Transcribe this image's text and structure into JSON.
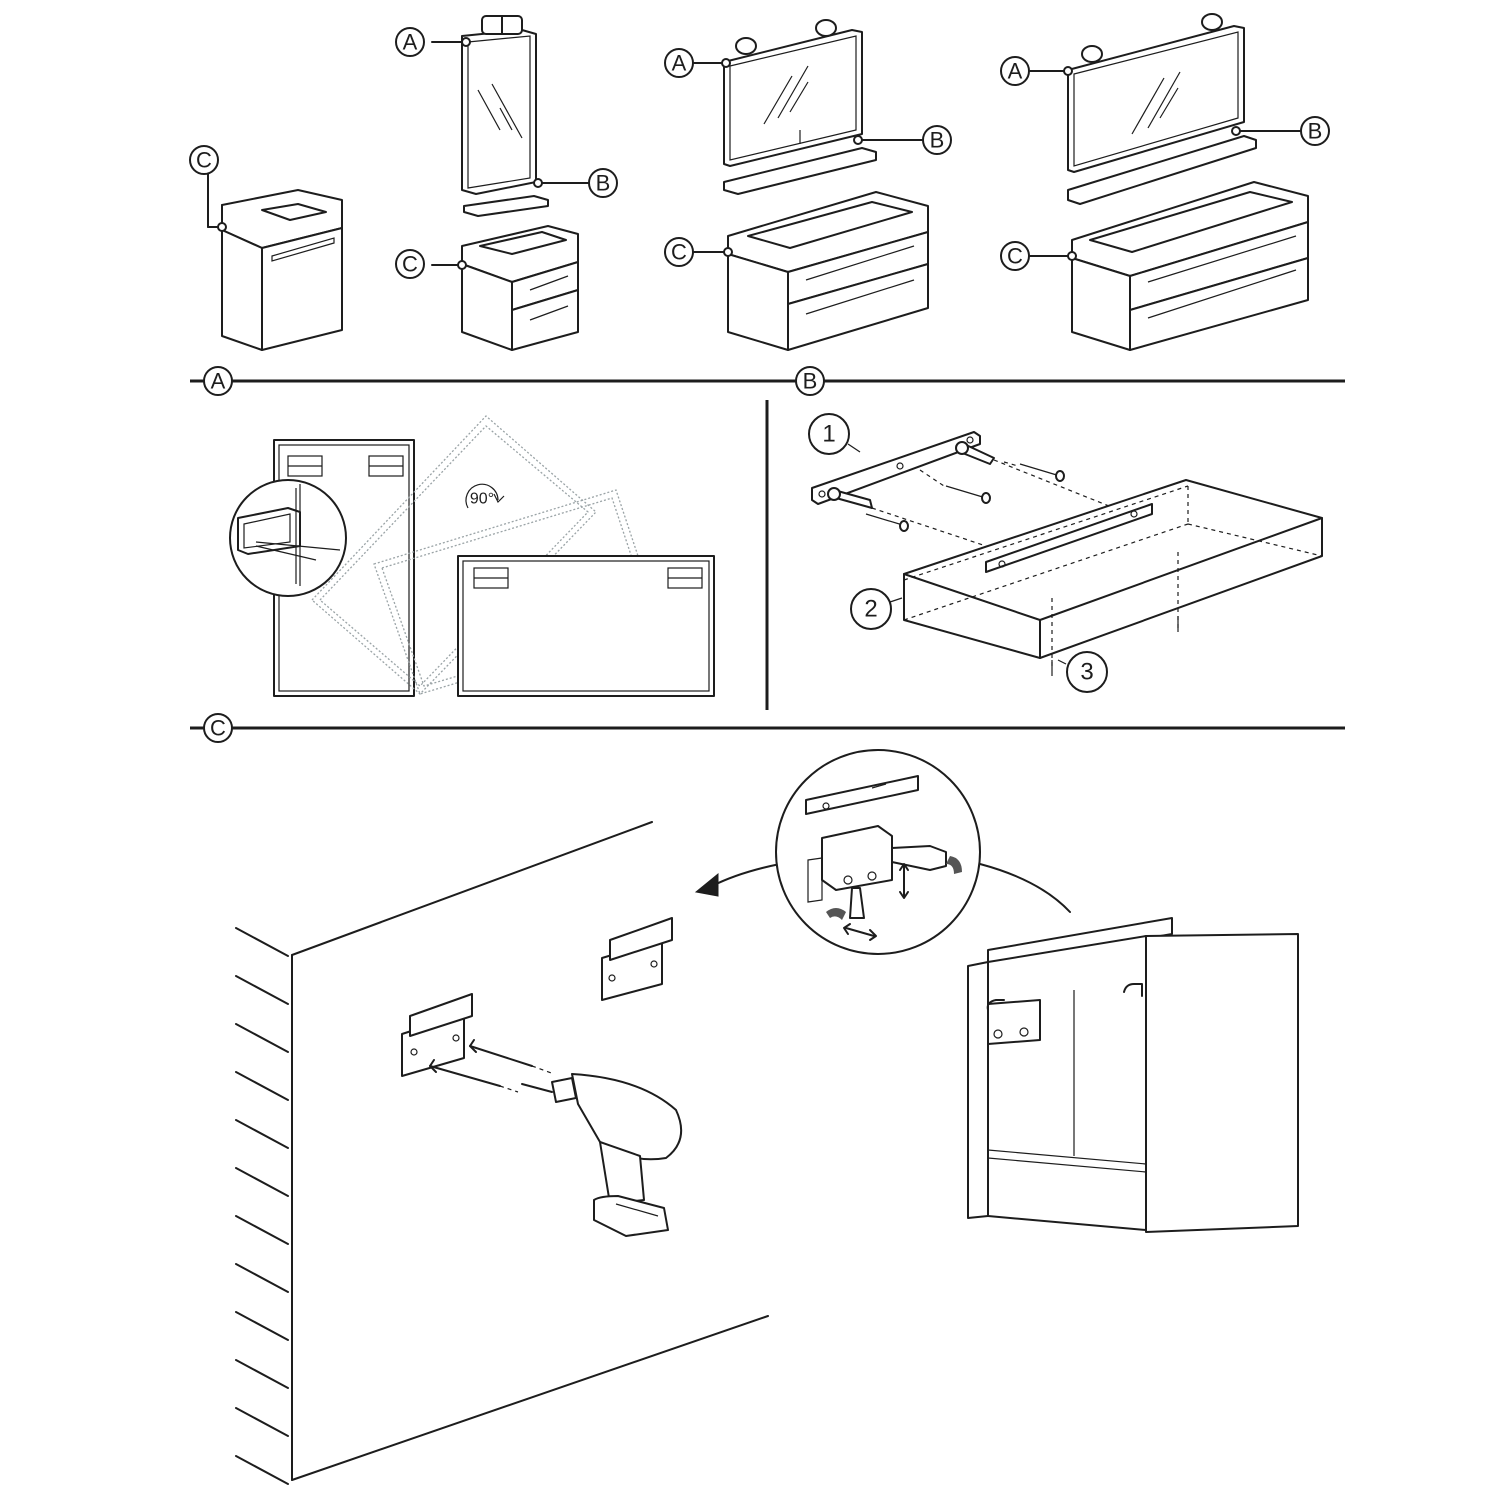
{
  "callouts": {
    "a": "A",
    "b": "B",
    "c": "C"
  },
  "sections": {
    "a": {
      "label": "A"
    },
    "b": {
      "label": "B"
    },
    "c": {
      "label": "C"
    }
  },
  "section_a": {
    "rotation_label": "90°"
  },
  "section_b": {
    "part_1": "1",
    "part_2": "2",
    "part_3": "3"
  },
  "colors": {
    "ink": "#1d1d1d",
    "ghost_outline": "#9aa3a6",
    "background": "#ffffff"
  }
}
